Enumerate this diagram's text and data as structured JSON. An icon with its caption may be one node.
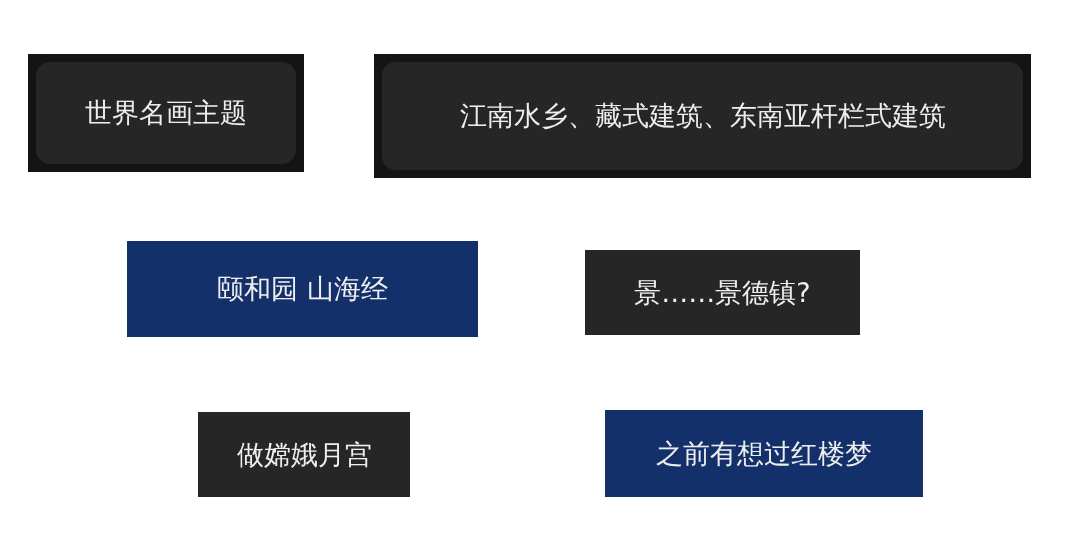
{
  "diagram": {
    "nodes": [
      {
        "text": [
          "世界名画主题"
        ]
      },
      {
        "text": [
          "江南水乡、藏式建筑、东南亚杆栏式建筑"
        ]
      },
      {
        "text": [
          "颐和园 山海经"
        ]
      },
      {
        "text": [
          "景……景德镇?"
        ]
      },
      {
        "text": [
          "做嫦娥月宫"
        ]
      },
      {
        "text": [
          "之前有想过红楼梦"
        ]
      }
    ]
  }
}
